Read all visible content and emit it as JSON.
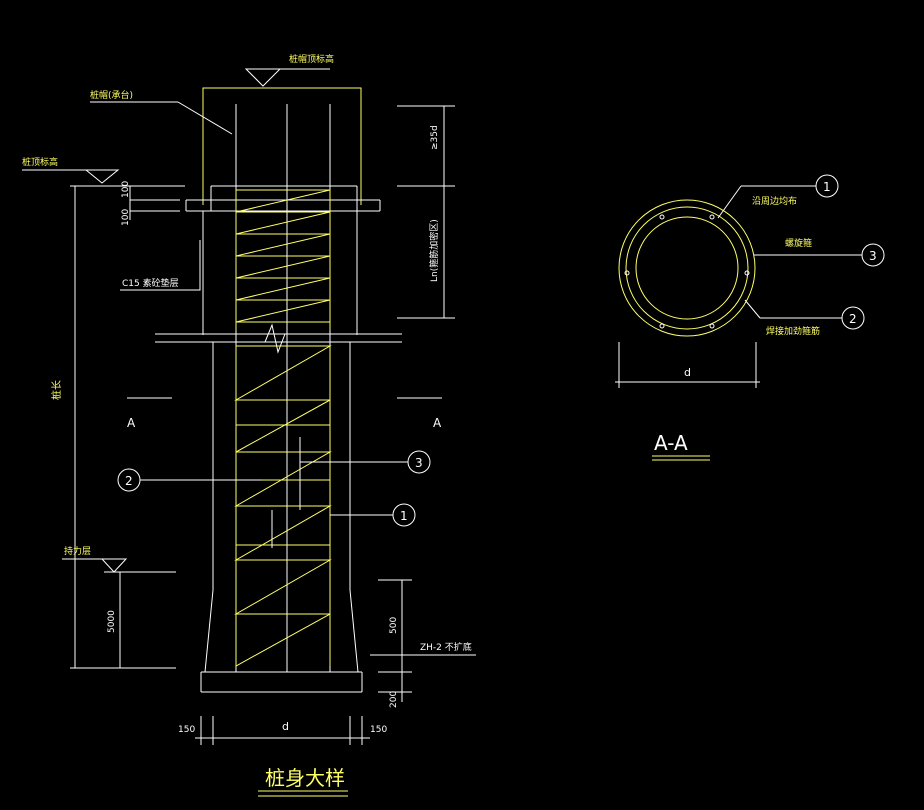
{
  "drawing": {
    "background": "#000000",
    "line_white": "#ffffff",
    "line_yellow": "#ffff66",
    "title": "桩身大样",
    "section_title": "A-A",
    "section_marks": [
      "A",
      "A"
    ],
    "labels": {
      "top_elevation": "桩帽顶标高",
      "pile_cap": "桩帽(承台)",
      "pile_top_elevation": "桩顶标高",
      "c15_layer": "C15 素砼垫层",
      "pile_length": "桩长",
      "bearing_layer": "持力层",
      "anchor_length": "≥35d",
      "ln_label": "Ln(箍筋加密区)",
      "zh2": "ZH-2  不扩底",
      "ring_rebar": "沿周边均布",
      "spiral": "螺旋箍",
      "stiffener": "焊接加劲箍筋"
    },
    "dims": {
      "d100a": "100",
      "d100b": "100",
      "d5000": "5000",
      "d500": "500",
      "d200": "200",
      "left150": "150",
      "right150": "150",
      "d_main": "d",
      "d_section": "d"
    },
    "callouts": {
      "c1": "1",
      "c2": "2",
      "c3": "3",
      "s1": "1",
      "s2": "2",
      "s3": "3"
    }
  }
}
